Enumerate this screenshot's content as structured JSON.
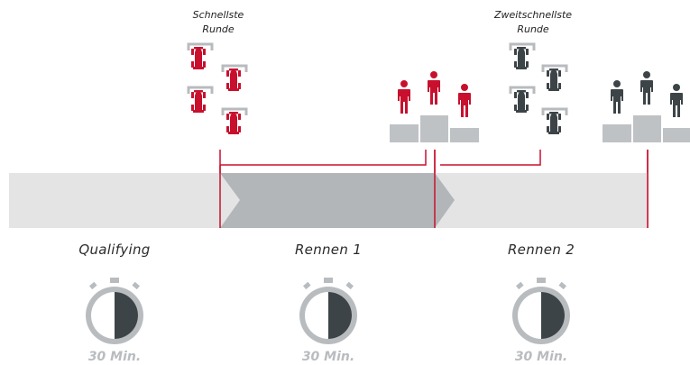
{
  "labels": {
    "fastest_lap": [
      "Schnellste",
      "Runde"
    ],
    "second_fastest_lap": [
      "Zweitschnellste",
      "Runde"
    ]
  },
  "phases": [
    {
      "name": "Qualifying",
      "duration": "30 Min."
    },
    {
      "name": "Rennen 1",
      "duration": "30 Min."
    },
    {
      "name": "Rennen 2",
      "duration": "30 Min."
    }
  ],
  "colors": {
    "accent_red": "#c8102e",
    "dark_gray": "#3d4448",
    "mid_gray": "#b3b6b9",
    "light_gray": "#e4e4e4",
    "bracket_gray": "#b8bbbe",
    "podium_gray": "#bfc2c5"
  },
  "icons": {
    "car": "car-icon",
    "podium": "podium-icon",
    "stopwatch": "stopwatch-icon"
  }
}
